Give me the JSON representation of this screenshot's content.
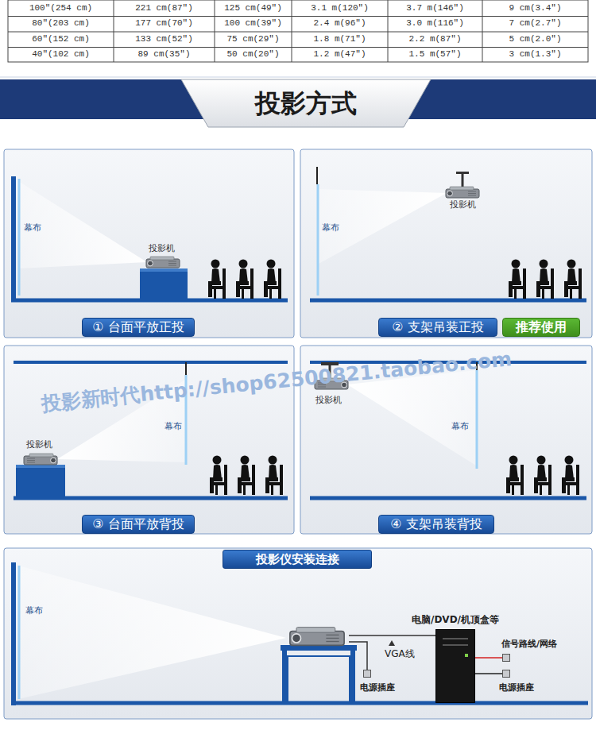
{
  "diagram": {
    "title": "投影方式",
    "nodes": [
      {
        "text": [
          "① 台面平放正投"
        ]
      },
      {
        "text": [
          "② 支架吊装正投"
        ]
      },
      {
        "text": [
          "推荐使用"
        ]
      },
      {
        "text": [
          "③ 台面平放背投"
        ]
      },
      {
        "text": [
          "④ 支架吊装背投"
        ]
      },
      {
        "text": [
          "投影仪安装连接"
        ]
      },
      {
        "text": [
          "电源插座"
        ]
      },
      {
        "text": [
          "电脑/DVD/机顶盒等"
        ]
      },
      {
        "text": [
          "信号路线/网络"
        ]
      },
      {
        "text": [
          "电源插座"
        ]
      }
    ],
    "edges": [
      {
        "from": 7,
        "to": 8,
        "arrow": "none"
      },
      {
        "from": 7,
        "to": 9,
        "arrow": "none"
      }
    ],
    "labels": [
      "100\"(254 cm)",
      "221 cm(87\")",
      "125 cm(49\")",
      "3.1 m(120\")",
      "3.7 m(146\")",
      "9 cm(3.4\")",
      "80\"(203 cm)",
      "177 cm(70\")",
      "100 cm(39\")",
      "2.4 m(96\")",
      "3.0 m(116\")",
      "7 cm(2.7\")",
      "60\"(152 cm)",
      "133 cm(52\")",
      "75 cm(29\")",
      "1.8 m(71\")",
      "2.2 m(87\")",
      "5 cm(2.0\")",
      "40\"(102 cm)",
      "89 cm(35\")",
      "50 cm(20\")",
      "1.2 m(47\")",
      "1.5 m(57\")",
      "3 cm(1.3\")",
      "幕布",
      "投影机",
      "幕布",
      "投影机",
      "投影机",
      "幕布",
      "投影机",
      "幕布",
      "幕布",
      "VGA线",
      "投影新时代http://shop62500821.taobao.com"
    ]
  }
}
